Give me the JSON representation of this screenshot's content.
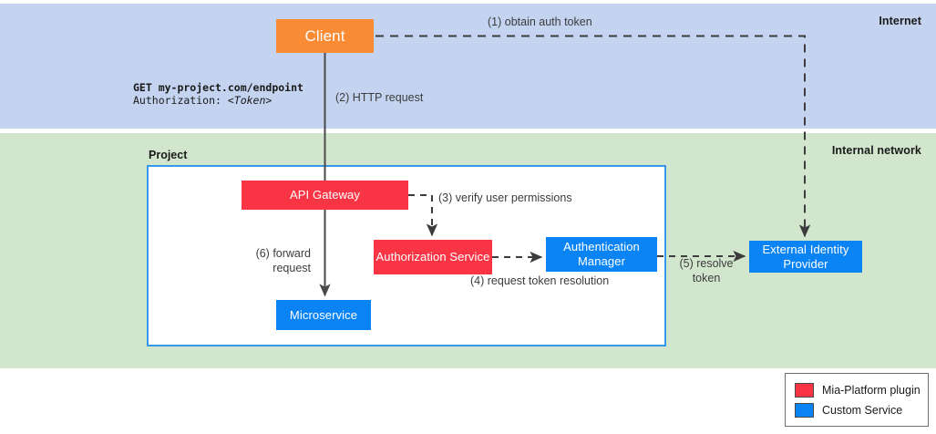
{
  "bands": {
    "internet": {
      "label": "Internet",
      "color": "#c3d3f0"
    },
    "internal": {
      "label": "Internal network",
      "color": "#d2e6cd"
    }
  },
  "project": {
    "label": "Project",
    "border_color": "#3399e8"
  },
  "nodes": {
    "client": {
      "label": "Client",
      "color": "#fa8b35"
    },
    "api_gateway": {
      "label": "API Gateway",
      "color": "#f93545"
    },
    "authorization_service": {
      "label": "Authorization Service",
      "color": "#f93545"
    },
    "microservice": {
      "label": "Microservice",
      "color": "#0a84f5"
    },
    "authentication_manager": {
      "label": "Authentication Manager",
      "color": "#0a84f5"
    },
    "external_identity_provider": {
      "label": "External Identity Provider",
      "color": "#0a84f5"
    }
  },
  "request_note": {
    "line1": "GET my-project.com/endpoint",
    "line2_prefix": "Authorization: ",
    "line2_token": "<Token>"
  },
  "flows": {
    "step1": "(1) obtain auth token",
    "step2": "(2) HTTP request",
    "step3": "(3) verify user permissions",
    "step4": "(4) request token resolution",
    "step5": "(5) resolve token",
    "step6": "(6) forward request"
  },
  "legend": {
    "items": [
      {
        "label": "Mia-Platform plugin",
        "color": "#f93545"
      },
      {
        "label": "Custom Service",
        "color": "#0a84f5"
      }
    ]
  }
}
